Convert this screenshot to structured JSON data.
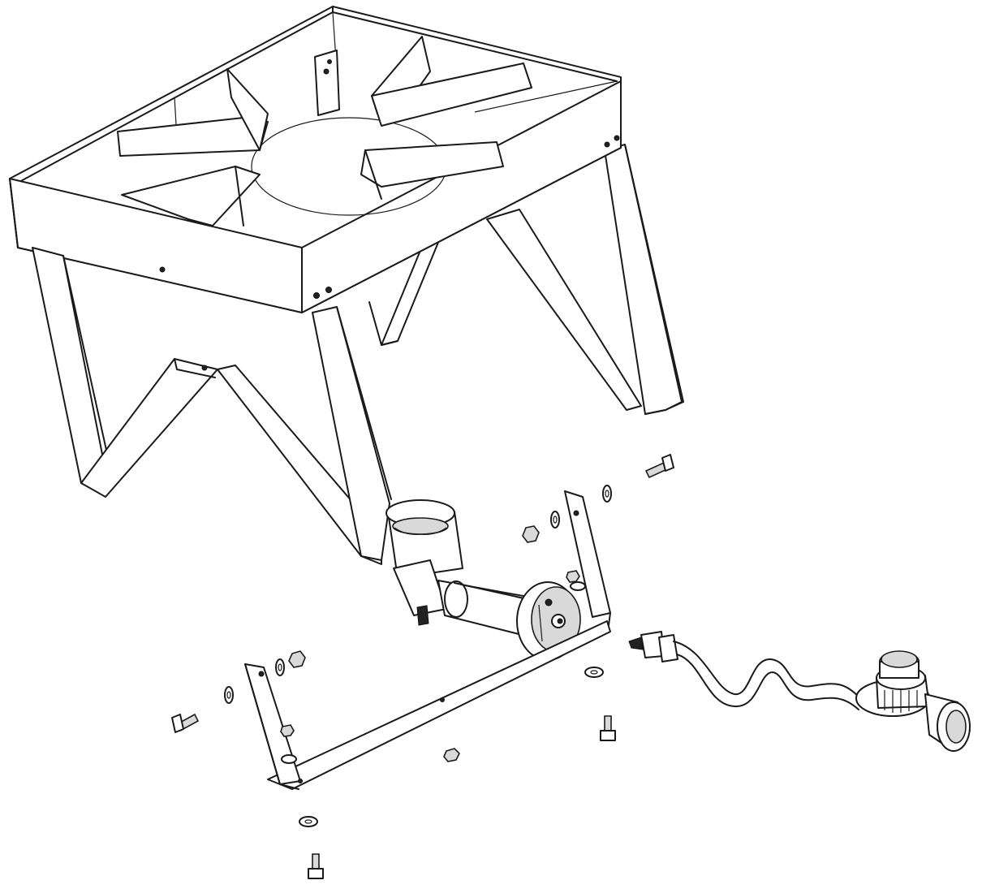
{
  "diagram": {
    "style": "black line-art exploded assembly drawing",
    "background_color": "#ffffff",
    "line_color": "#1a1a1a",
    "parts": [
      "burner-stand-frame",
      "pot-support-arms",
      "frame-leg",
      "burner-head",
      "burner-tube",
      "air-shutter",
      "mounting-bracket",
      "bolt",
      "washer",
      "nut",
      "propane-hose",
      "regulator"
    ]
  }
}
